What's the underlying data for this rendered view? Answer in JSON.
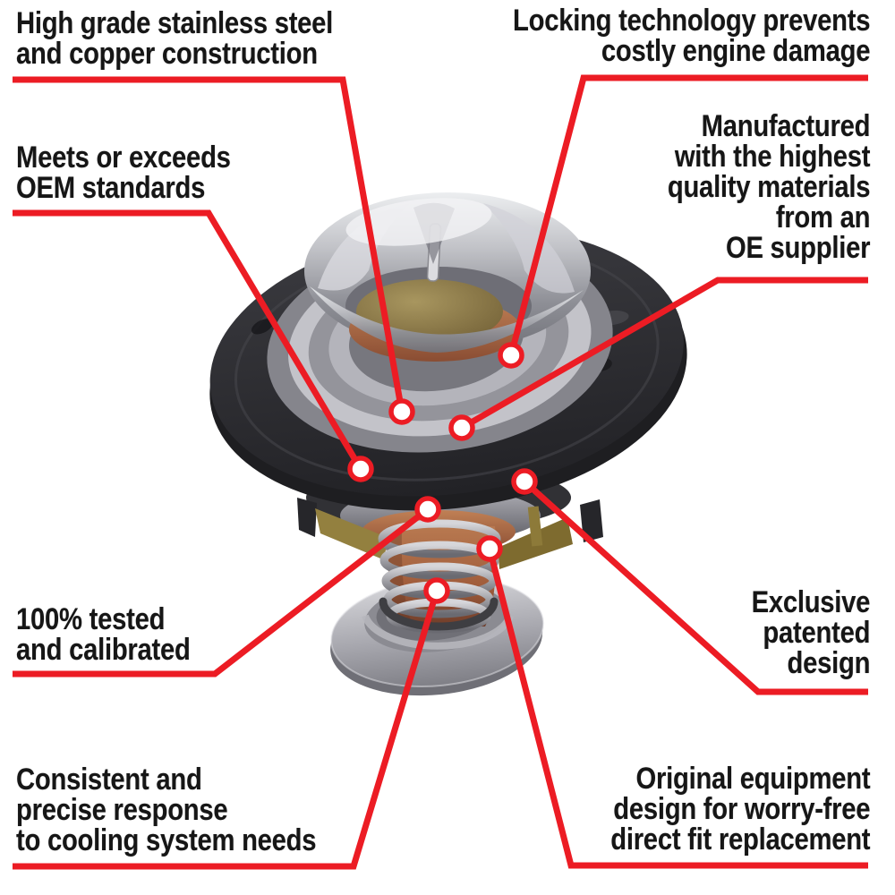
{
  "background": "#ffffff",
  "accent_color": "#ec1c24",
  "text_color": "#161616",
  "icons": {
    "product": "engine-thermostat-photo",
    "callout_dot": "point-marker"
  },
  "callouts": {
    "high_grade": {
      "lines": [
        "High grade stainless steel",
        "and copper construction"
      ]
    },
    "locking": {
      "lines": [
        "Locking technology prevents",
        "costly engine damage"
      ]
    },
    "manufactured": {
      "lines": [
        "Manufactured",
        "with the highest",
        "quality materials",
        "from an",
        "OE supplier"
      ]
    },
    "meets": {
      "lines": [
        "Meets or exceeds",
        "OEM standards"
      ]
    },
    "tested": {
      "lines": [
        "100% tested",
        "and calibrated"
      ]
    },
    "exclusive": {
      "lines": [
        "Exclusive",
        "patented",
        "design"
      ]
    },
    "consistent": {
      "lines": [
        "Consistent and",
        "precise response",
        "to cooling system needs"
      ]
    },
    "original": {
      "lines": [
        "Original equipment",
        "design for worry-free",
        "direct fit replacement"
      ]
    }
  }
}
